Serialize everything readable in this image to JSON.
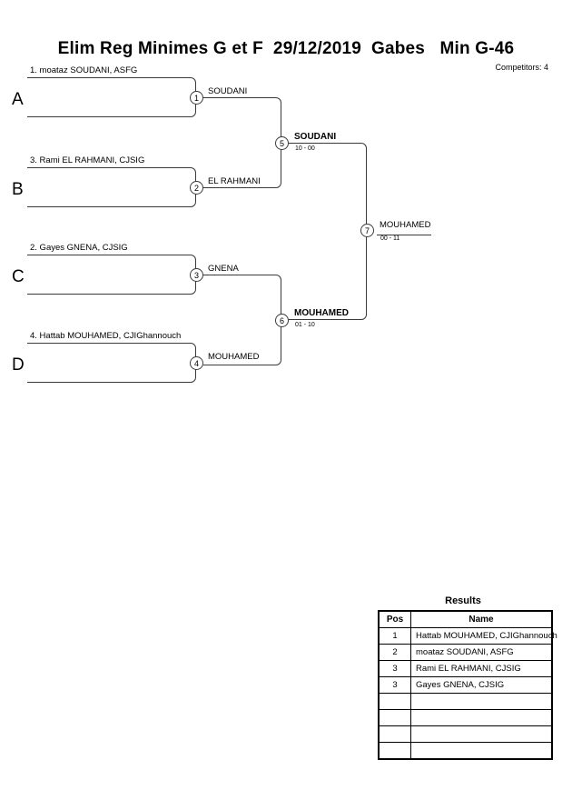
{
  "header": {
    "title": "Elim Reg Minimes G et F  29/12/2019  Gabes   Min G-46",
    "event": "Elim Reg Minimes G et F",
    "date": "29/12/2019",
    "location": "Gabes",
    "category": "Min G-46",
    "competitors_label": "Competitors: 4"
  },
  "bracket": {
    "groups": [
      {
        "letter": "A",
        "seed_label": "1. moataz SOUDANI, ASFG"
      },
      {
        "letter": "B",
        "seed_label": "3. Rami EL RAHMANI, CJSIG"
      },
      {
        "letter": "C",
        "seed_label": "2. Gayes GNENA, CJSIG"
      },
      {
        "letter": "D",
        "seed_label": "4. Hattab MOUHAMED, CJIGhannouch"
      }
    ],
    "round1": [
      {
        "number": "1",
        "winner": "SOUDANI"
      },
      {
        "number": "2",
        "winner": "EL RAHMANI"
      },
      {
        "number": "3",
        "winner": "GNENA"
      },
      {
        "number": "4",
        "winner": "MOUHAMED"
      }
    ],
    "round2": [
      {
        "number": "5",
        "winner": "SOUDANI",
        "score": "10 - 00"
      },
      {
        "number": "6",
        "winner": "MOUHAMED",
        "score": "01 - 10"
      }
    ],
    "final": {
      "number": "7",
      "winner": "MOUHAMED",
      "score": "00 - 11"
    }
  },
  "results": {
    "title": "Results",
    "columns": [
      "Pos",
      "Name"
    ],
    "rows": [
      {
        "pos": "1",
        "name": "Hattab MOUHAMED, CJIGhannouch"
      },
      {
        "pos": "2",
        "name": "moataz SOUDANI, ASFG"
      },
      {
        "pos": "3",
        "name": "Rami EL RAHMANI, CJSIG"
      },
      {
        "pos": "3",
        "name": "Gayes GNENA, CJSIG"
      },
      {
        "pos": "",
        "name": ""
      },
      {
        "pos": "",
        "name": ""
      },
      {
        "pos": "",
        "name": ""
      },
      {
        "pos": "",
        "name": ""
      }
    ]
  }
}
